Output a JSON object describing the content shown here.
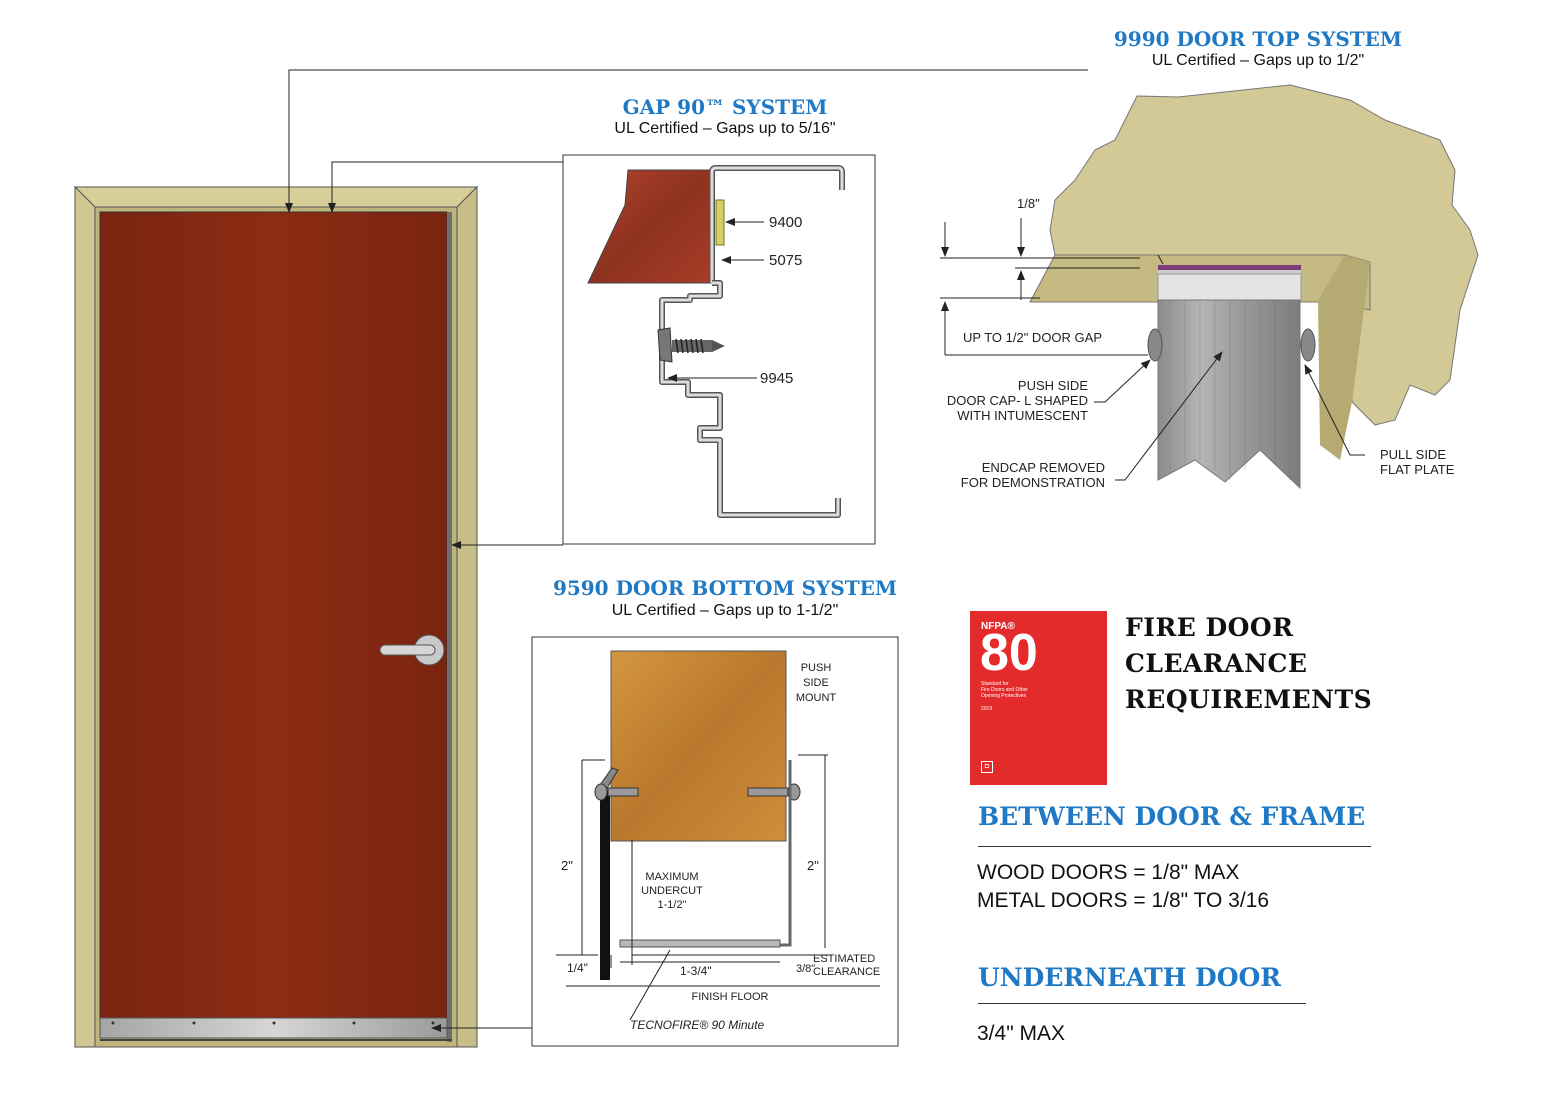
{
  "colors": {
    "accent": "#1f79c5",
    "door": "#8a2a12",
    "frame": "#d1c793",
    "wood": "#c98a3f"
  },
  "gap90": {
    "title": "GAP 90™ SYSTEM",
    "subtitle": "UL Certified – Gaps up to 5/16\"",
    "parts": [
      "9400",
      "5075",
      "9945"
    ]
  },
  "door_top": {
    "title": "9990 DOOR TOP SYSTEM",
    "subtitle": "UL Certified – Gaps up to 1/2\"",
    "dim": "1/8\"",
    "gap_label": "UP TO 1/2\" DOOR GAP",
    "push_side": [
      "PUSH SIDE",
      "DOOR CAP- L SHAPED",
      "WITH INTUMESCENT"
    ],
    "endcap": [
      "ENDCAP REMOVED",
      "FOR DEMONSTRATION"
    ],
    "pull_side": [
      "PULL SIDE",
      "FLAT PLATE"
    ]
  },
  "door_bottom": {
    "title": "9590 DOOR BOTTOM SYSTEM",
    "subtitle": "UL Certified – Gaps up to 1-1/2\"",
    "push_mount": [
      "PUSH",
      "SIDE",
      "MOUNT"
    ],
    "dim_left": "2\"",
    "dim_right": "2\"",
    "dim_quarter": "1/4\"",
    "undercut": [
      "MAXIMUM",
      "UNDERCUT",
      "1-1/2\""
    ],
    "dim_width": "1-3/4\"",
    "dim_clear": "3/8\"",
    "estimated": [
      "ESTIMATED",
      "CLEARANCE"
    ],
    "floor": "FINISH FLOOR",
    "product": "TECNOFIRE® 90 Minute"
  },
  "clearance": {
    "title_lines": [
      "FIRE DOOR",
      "CLEARANCE",
      "REQUIREMENTS"
    ],
    "book": {
      "brand": "NFPA®",
      "number": "80",
      "lines": [
        "Standard for",
        "Fire Doors and Other",
        "Opening Protectives"
      ],
      "year": "2019"
    },
    "sections": [
      {
        "heading": "BETWEEN DOOR & FRAME",
        "lines": [
          "WOOD DOORS = 1/8\" MAX",
          "METAL DOORS = 1/8\" TO 3/16"
        ]
      },
      {
        "heading": "UNDERNEATH DOOR",
        "lines": [
          "3/4\" MAX"
        ]
      }
    ]
  }
}
